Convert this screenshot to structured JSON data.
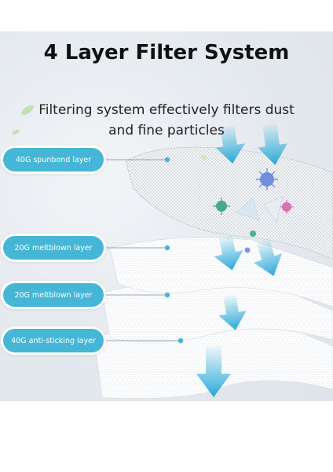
{
  "title": "4 Layer Filter System",
  "subtitle_line1": "Filtering system effectively filters dust",
  "subtitle_line2": "and fine particles",
  "layers": [
    {
      "label": "40G spunbond layer"
    },
    {
      "label": "20G meltblown layer"
    },
    {
      "label": "20G meltblown layer"
    },
    {
      "label": "40G anti-sticking layer"
    }
  ],
  "colors": {
    "accent": "#45b6d6",
    "arrow": "#3fb3dd",
    "virus_green": "#2a9d7a",
    "virus_blue": "#5a7ed8",
    "virus_pink": "#d85aa8"
  }
}
